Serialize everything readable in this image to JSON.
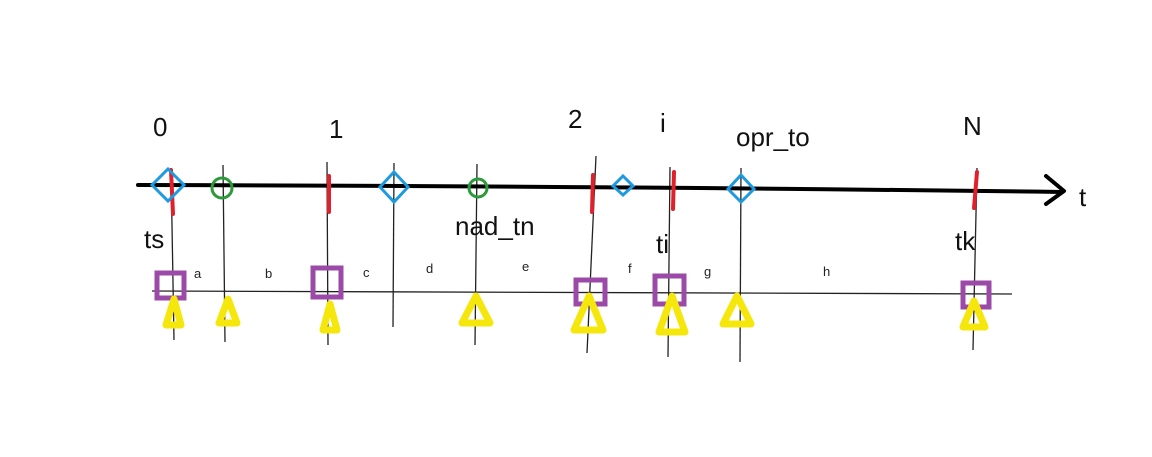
{
  "diagram": {
    "top_labels": {
      "zero": "0",
      "one": "1",
      "two": "2",
      "i": "i",
      "opr_to": "opr_to",
      "n": "N"
    },
    "axis_label": "t",
    "below_labels": {
      "ts": "ts",
      "nad_tn": "nad_tn",
      "ti": "ti",
      "tk": "tk"
    },
    "interval_labels": {
      "a": "a",
      "b": "b",
      "c": "c",
      "d": "d",
      "e": "e",
      "f": "f",
      "g": "g",
      "h": "h"
    },
    "colors": {
      "axis": "#000000",
      "thin_line": "#222222",
      "tick": "#e0202a",
      "diamond": "#1e9be0",
      "circle": "#2a9a3a",
      "square": "#9b4aa8",
      "triangle": "#f5e70c"
    }
  }
}
